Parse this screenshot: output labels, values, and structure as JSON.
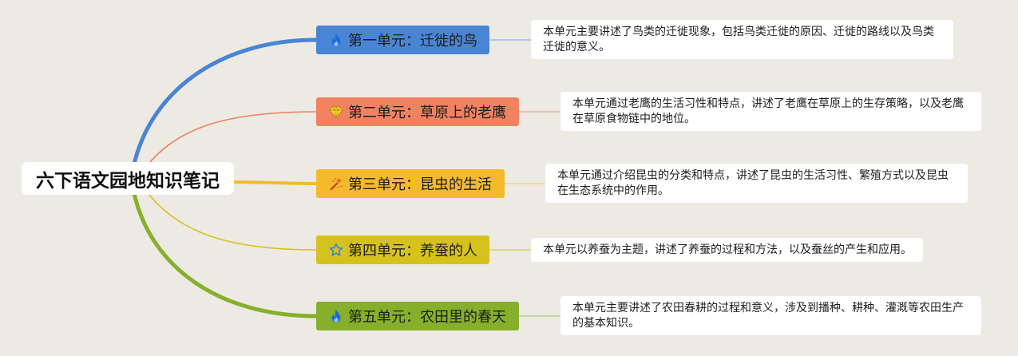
{
  "central_topic": "六下语文园地知识笔记",
  "colors": {
    "background": "#ECEAE3",
    "node_fill": "#FFFFFF",
    "text": "#1E1E1E"
  },
  "branches": [
    {
      "label": "第一单元：迁徙的鸟",
      "icon": "flame-icon",
      "color": "#4A84D5",
      "connector_color": "#8DB2EA",
      "note_lines": [
        "本单元主要讲述了鸟类的迁徙现象，包括鸟类迁徙的原因、迁徙的路线以及鸟类",
        "迁徙的意义。"
      ]
    },
    {
      "label": "第二单元：草原上的老鹰",
      "icon": "gem-icon",
      "color": "#F08161",
      "connector_color": "#F3A287",
      "note_lines": [
        "本单元通过老鹰的生活习性和特点，讲述了老鹰在草原上的生存策略，以及老鹰",
        "在草原食物链中的地位。"
      ]
    },
    {
      "label": "第三单元：昆虫的生活",
      "icon": "magic-wand-sparkles-icon",
      "color": "#F4BA2C",
      "connector_color": "#F5D06F",
      "note_lines": [
        "本单元通过介绍昆虫的分类和特点，讲述了昆虫的生活习性、繁殖方式以及昆虫",
        "在生态系统中的作用。"
      ]
    },
    {
      "label": "第四单元：养蚕的人",
      "icon": "star-outline-icon",
      "color": "#D6C21E",
      "connector_color": "#DCCB4E",
      "note_lines": [
        "本单元以养蚕为主题，讲述了养蚕的过程和方法，以及蚕丝的产生和应用。"
      ]
    },
    {
      "label": "第五单元：农田里的春天",
      "icon": "flame-icon",
      "color": "#86B02B",
      "connector_color": "#B2CD78",
      "note_lines": [
        "本单元主要讲述了农田春耕的过程和意义，涉及到播种、耕种、灌溉等农田生产",
        "的基本知识。"
      ]
    }
  ]
}
